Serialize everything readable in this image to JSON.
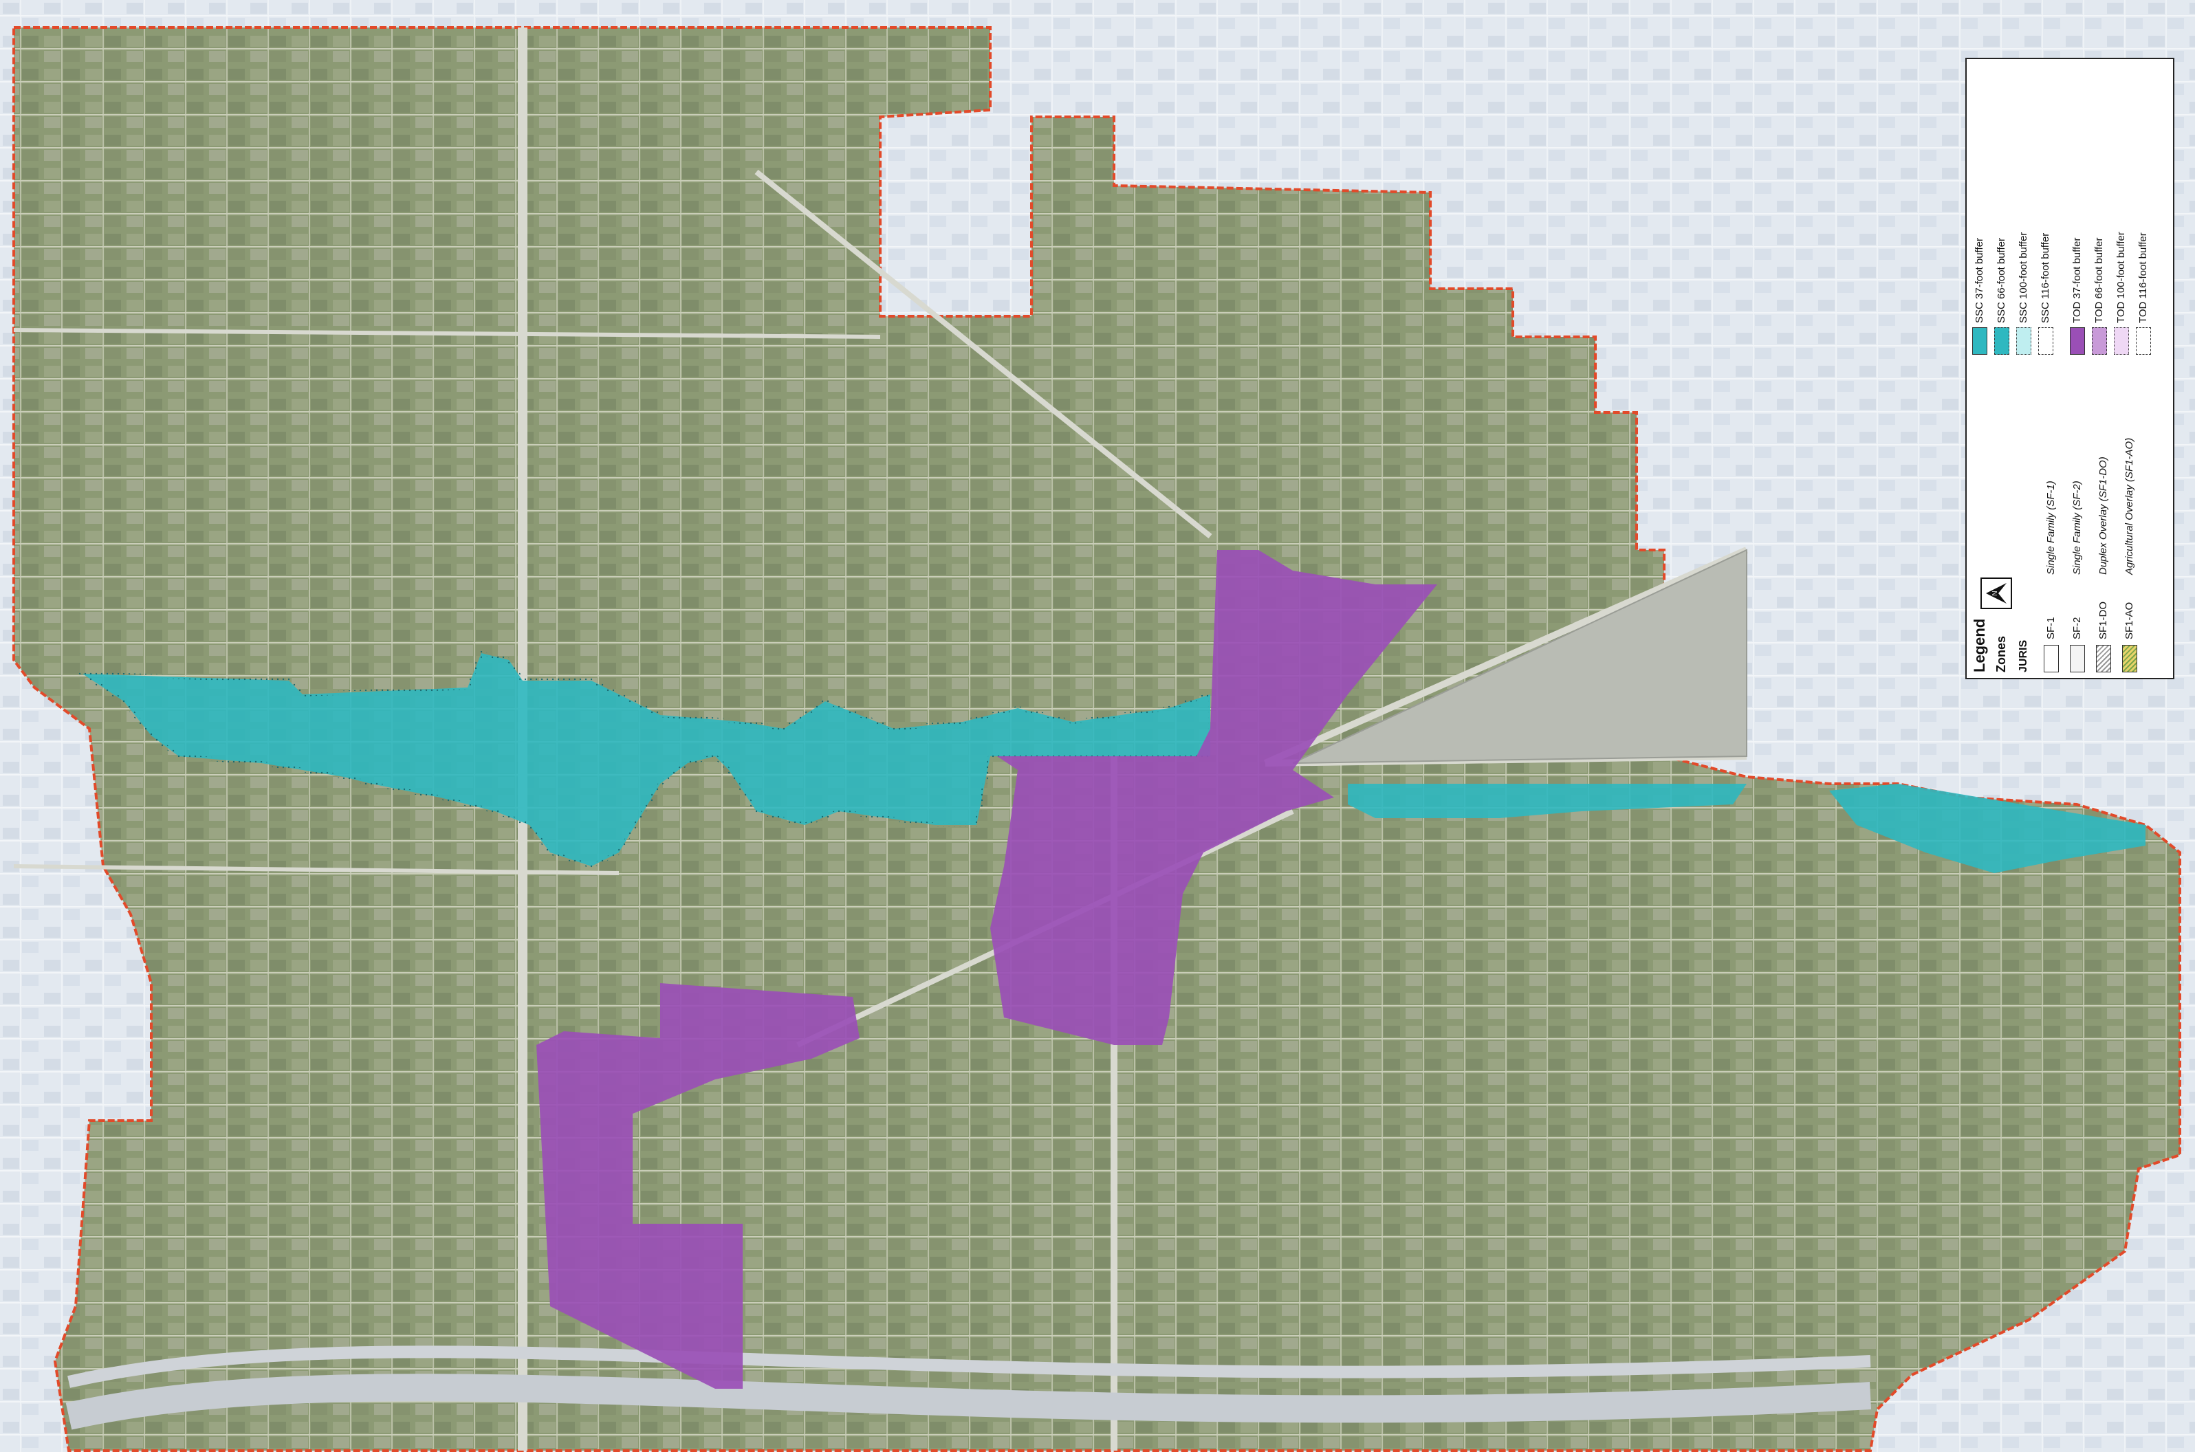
{
  "colors": {
    "ssc_buffer": "#2fb8c0",
    "tod_buffer": "#9a4fb6",
    "boundary": "#e24a2a",
    "outside": "#dfe6ee",
    "inside": "#8f9f78"
  },
  "legend": {
    "title": "Legend",
    "zones_heading": "Zones",
    "juris_heading": "JURIS",
    "zones": [
      {
        "code": "SF-1",
        "desc": "Single Family (SF-1)",
        "swatch": "plain"
      },
      {
        "code": "SF-2",
        "desc": "Single Family (SF-2)",
        "swatch": "plain"
      },
      {
        "code": "SF1-DO",
        "desc": "Duplex Overlay (SF1-DO)",
        "swatch": "hatch-gray"
      },
      {
        "code": "SF1-AO",
        "desc": "Agricultural Overlay (SF1-AO)",
        "swatch": "hatch-green"
      }
    ],
    "buffers_ssc": [
      "SSC 37-foot buffer",
      "SSC 66-foot buffer",
      "SSC 100-foot buffer",
      "SSC 116-foot buffer"
    ],
    "buffers_tod": [
      "TOD 37-foot buffer",
      "TOD 66-foot buffer",
      "TOD 100-foot buffer",
      "TOD 116-foot buffer"
    ],
    "north_icon": "north-arrow-icon"
  }
}
